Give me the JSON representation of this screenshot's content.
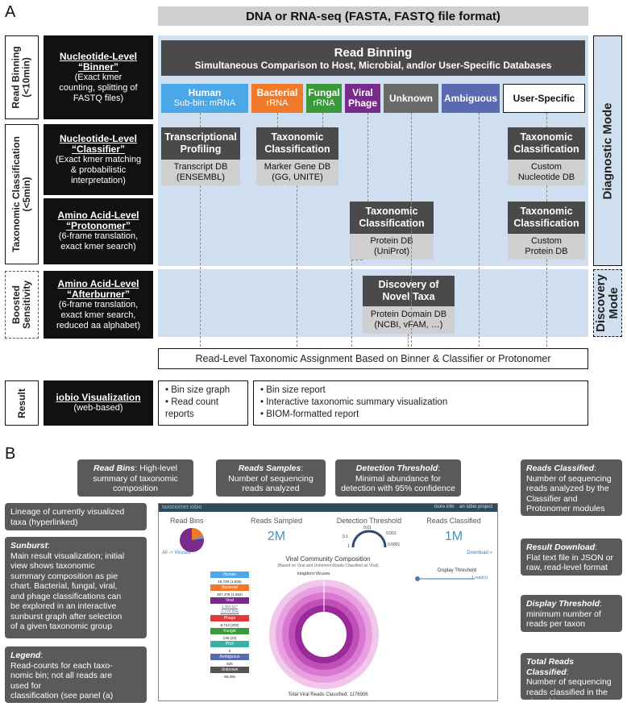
{
  "panelA": {
    "label": "A",
    "top": "DNA or RNA-seq (FASTA, FASTQ file format)",
    "rows": {
      "binning": "Read Binning\n(<10min)",
      "taxclass": "Taxonomic Classification\n(<5min)",
      "boosted": "Boosted\nSensitivity",
      "result": "Result"
    },
    "left": {
      "binner_title": "Nucleotide-Level\n“Binner”",
      "binner_text": "(Exact kmer\ncounting, splitting of\nFASTQ files)",
      "classifier_title": "Nucleotide-Level\n“Classifier”",
      "classifier_text": "(Exact kmer matching\n& probabilistic\ninterpretation)",
      "protonomer_title": "Amino Acid-Level\n“Protonomer”",
      "protonomer_text": "(6-frame translation,\nexact kmer search)",
      "afterburner_title": "Amino Acid-Level\n“Afterburner”",
      "afterburner_text": "(6-frame translation,\nexact kmer search,\nreduced aa alphabet)",
      "iobio_title": "iobio Visualization",
      "iobio_text": "(web-based)"
    },
    "binning_title": "Read Binning",
    "binning_sub": "Simultaneous Comparison to Host, Microbial, and/or User-Specific Databases",
    "bins": [
      {
        "name": "Human",
        "sub": "Sub-bin: mRNA",
        "color": "#4aa8e8"
      },
      {
        "name": "Bacterial",
        "sub": "rRNA",
        "color": "#f07a2a"
      },
      {
        "name": "Fungal",
        "sub": "rRNA",
        "color": "#3a9a3a"
      },
      {
        "name": "Viral\nPhage",
        "sub": "",
        "color": "#7a2a8a"
      },
      {
        "name": "Unknown",
        "sub": "",
        "color": "#6a6a6a"
      },
      {
        "name": "Ambiguous",
        "sub": "",
        "color": "#5a6ab0"
      },
      {
        "name": "User-Specific",
        "sub": "",
        "color": "#ffffff"
      }
    ],
    "transcriptional": "Transcriptional\nProfiling",
    "transcript_db": "Transcript DB\n(ENSEMBL)",
    "taxonomic": "Taxonomic\nClassification",
    "marker_db": "Marker Gene DB\n(GG, UNITE)",
    "custom_nuc_db": "Custom\nNucleotide DB",
    "protein_db": "Protein DB\n(UniProt)",
    "custom_protein_db": "Custom\nProtein DB",
    "discovery": "Discovery of\nNovel Taxa",
    "domain_db": "Protein Domain DB\n(NCBI, vFAM, …)",
    "diagnostic_mode": "Diagnostic Mode",
    "discovery_mode": "Discovery\nMode",
    "assignment": "Read-Level Taxonomic Assignment Based on Binner & Classifier or Protonomer",
    "result_left": [
      "Bin size graph",
      "Read count\nreports"
    ],
    "result_right": [
      "Bin size report",
      "Interactive taxonomic summary visualization",
      "BIOM-formatted report"
    ]
  },
  "panelB": {
    "label": "B",
    "callouts": {
      "readbins_t": "Read Bins",
      "readbins_d": ": High-level\nsummary of taxonomic\ncomposition",
      "samples_t": "Reads Samples",
      "samples_d": ":\nNumber of sequencing\nreads analyzed",
      "threshold_t": "Detection Threshold",
      "threshold_d": ":\nMinimal abundance for\ndetection with 95% confidence",
      "classified_t": "Reads Classified",
      "classified_d": ":\nNumber of sequencing\nreads analyzed by the\nClassifier and\nProtonomer modules",
      "lineage": "Lineage of currently visualized\ntaxa (hyperlinked)",
      "sunburst_t": "Sunburst",
      "sunburst_d": ":\nMain result visualization; initial\nview shows taxonomic\nsummary composition as pie\nchart. Bacterial, fungal, viral,\nand phage classifications can\nbe explored in an interactive\nsunburst graph after selection\nof a given taxonomic group",
      "legend_t": "Legend",
      "legend_d": ":\nRead-counts for each taxo-\nnomic bin; not all reads are\nused for\nclassification (see panel (a)",
      "download_t": "Result Download",
      "download_d": ":\nFlat text file in JSON or\nraw, read-level format",
      "display_t": "Display Threshold",
      "display_d": ":\nminimum number of\nreads per taxon",
      "total_t": "Total Reads Classified",
      "total_d": ":\nNumber of sequencing\nreads classified in the\ngiven bin"
    },
    "app": {
      "brand": "taxonomer.iobio",
      "links": "more info    an iobio project",
      "read_bins": "Read Bins",
      "reads_sampled": "Reads Sampled",
      "reads_sampled_val": "2M",
      "detection_threshold": "Detection Threshold",
      "reads_classified": "Reads Classified",
      "reads_classified_val": "1M",
      "breadcrumb": "All -> Viruses",
      "download": "Download »",
      "chart_title": "Viral Community Composition",
      "chart_sub": "(Based on Viral and Unbinned Reads Classified as Viral)",
      "kingdom": "kingdom:Viruses",
      "display_threshold": "Display Threshold",
      "threshold_val": "1 read(s)",
      "total": "Total Viral Reads Classified: 1176906",
      "gauge_labels": [
        "0.1",
        "0.01",
        "0.001",
        "0.0001",
        "1"
      ],
      "legend": [
        {
          "name": "Human",
          "count": "16,720 (1,935)",
          "color": "#4aa8e8"
        },
        {
          "name": "Bacterial",
          "count": "307,478 (1,282)",
          "color": "#f07a2a"
        },
        {
          "name": "Viral",
          "count": "1,362,627\n(1,176,906)",
          "color": "#7a2a8a"
        },
        {
          "name": "Phage",
          "count": "8,713 (202)",
          "color": "#e03a3a"
        },
        {
          "name": "Fungal",
          "count": "135 (23)",
          "color": "#3a9a3a"
        },
        {
          "name": "PhiX",
          "count": "0",
          "color": "#3ab0a0"
        },
        {
          "name": "Ambiguous",
          "count": "625",
          "color": "#5a6ab0"
        },
        {
          "name": "Unknown",
          "count": "66,306",
          "color": "#555555"
        }
      ]
    }
  }
}
